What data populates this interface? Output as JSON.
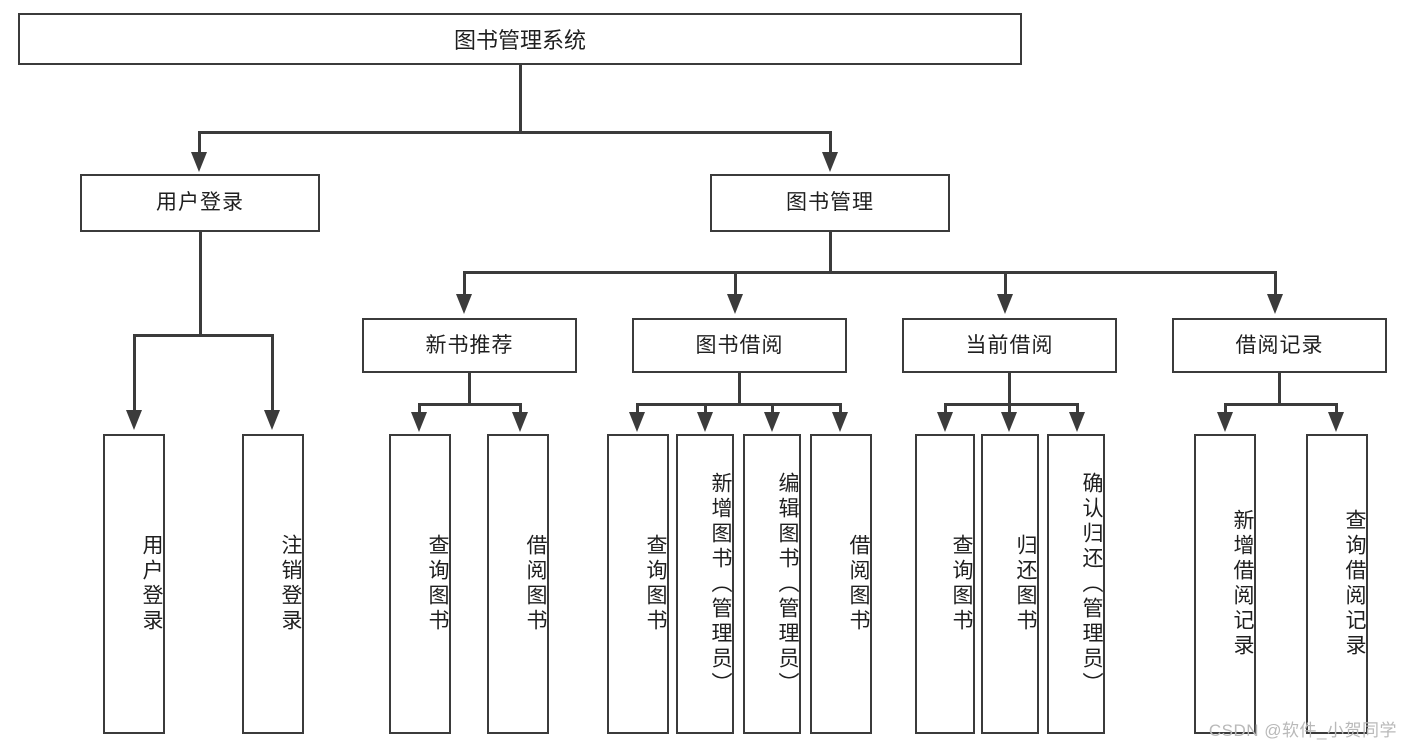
{
  "diagram": {
    "title": "图书管理系统",
    "type": "tree",
    "watermark": "CSDN @软件_小贺同学",
    "root": {
      "label": "图书管理系统"
    },
    "level2": [
      {
        "label": "用户登录"
      },
      {
        "label": "图书管理"
      }
    ],
    "level3": [
      {
        "label": "新书推荐"
      },
      {
        "label": "图书借阅"
      },
      {
        "label": "当前借阅"
      },
      {
        "label": "借阅记录"
      }
    ],
    "leaves": {
      "user_login": [
        {
          "label": "用户登录"
        },
        {
          "label": "注销登录"
        }
      ],
      "new_book_recommend": [
        {
          "label": "查询图书"
        },
        {
          "label": "借阅图书"
        }
      ],
      "book_borrow": [
        {
          "label": "查询图书"
        },
        {
          "label": "新增图书（管理员）"
        },
        {
          "label": "编辑图书（管理员）"
        },
        {
          "label": "借阅图书"
        }
      ],
      "current_borrow": [
        {
          "label": "查询图书"
        },
        {
          "label": "归还图书"
        },
        {
          "label": "确认归还（管理员）"
        }
      ],
      "borrow_record": [
        {
          "label": "新增借阅记录"
        },
        {
          "label": "查询借阅记录"
        }
      ]
    },
    "colors": {
      "stroke": "#3b3b3b",
      "fill": "#ffffff",
      "text": "#1f1f1f",
      "watermark": "#b9b9b9"
    }
  }
}
